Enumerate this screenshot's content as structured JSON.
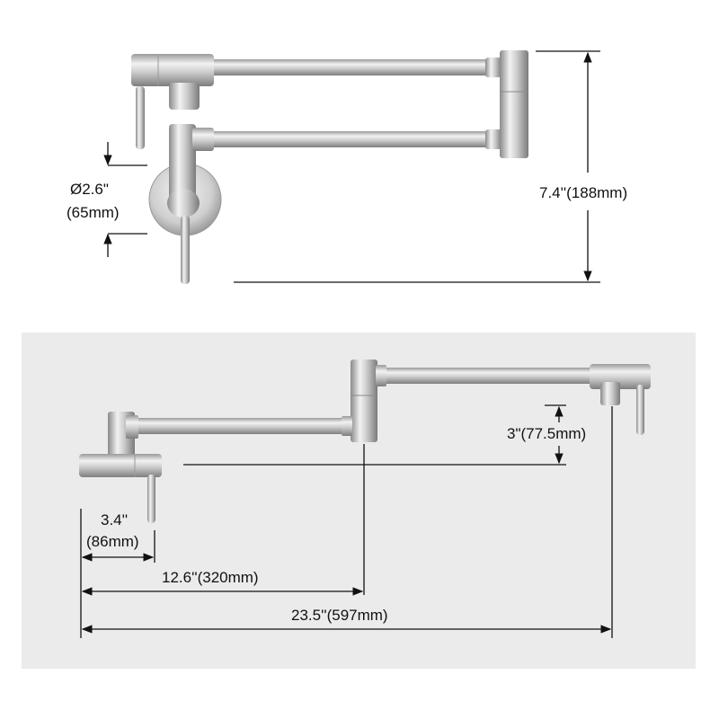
{
  "top_view": {
    "diameter_line1": "Ø2.6\"",
    "diameter_line2": "(65mm)",
    "height_label": "7.4''(188mm)"
  },
  "bottom_view": {
    "rise_label": "3\"(77.5mm)",
    "handle_line1": "3.4''",
    "handle_line2": "(86mm)",
    "mid_label": "12.6''(320mm)",
    "total_label": "23.5''(597mm)"
  },
  "colors": {
    "panel": "#ebebeb",
    "metal_light": "#eeeeee",
    "metal_mid": "#c4c4c4",
    "metal_dark": "#8e8e8e",
    "line": "#111111"
  }
}
